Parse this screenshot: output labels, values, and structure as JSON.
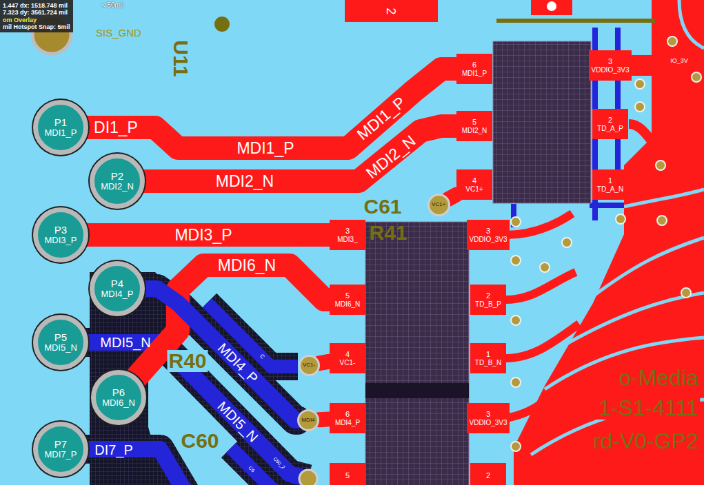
{
  "diagram": {
    "nodes": [
      {
        "text": [
          "1.447 dx: 1518.748 mil",
          "7.323 dy: 3561.724 mil",
          "om Overlay",
          "mil Hotspot Snap: 5mil"
        ]
      },
      {
        "text": [
          "P1",
          "MDI1_P"
        ]
      },
      {
        "text": [
          "6",
          "MDI1_P"
        ]
      },
      {
        "text": [
          "3",
          "VDDIO_3V3"
        ]
      },
      {
        "text": [
          "5",
          "MDI2_N"
        ]
      },
      {
        "text": [
          "2",
          "TD_A_P"
        ]
      },
      {
        "text": [
          "P2",
          "MDI2_N"
        ]
      },
      {
        "text": [
          "4",
          "VC1+"
        ]
      },
      {
        "text": [
          "1",
          "TD_A_N"
        ]
      },
      {
        "text": [
          "VC1+"
        ]
      },
      {
        "text": [
          "P3",
          "MDI3_P"
        ]
      },
      {
        "text": [
          "3",
          "MDI3_"
        ]
      },
      {
        "text": [
          "3",
          "VDDIO_3V3"
        ]
      },
      {
        "text": [
          "P4",
          "MDI4_P"
        ]
      },
      {
        "text": [
          "5",
          "MDI6_N"
        ]
      },
      {
        "text": [
          "2",
          "TD_B_P"
        ]
      },
      {
        "text": [
          "P5",
          "MDI5_N"
        ]
      },
      {
        "text": [
          "VC1-"
        ]
      },
      {
        "text": [
          "4",
          "VC1-"
        ]
      },
      {
        "text": [
          "1",
          "TD_B_N"
        ]
      },
      {
        "text": [
          "P6",
          "MDI6_N"
        ]
      },
      {
        "text": [
          "MDI4"
        ]
      },
      {
        "text": [
          "6",
          "MDI4_P"
        ]
      },
      {
        "text": [
          "3",
          "VDDIO_3V3"
        ]
      },
      {
        "text": [
          "P7",
          "MDI7_P"
        ]
      },
      {
        "text": [
          "5"
        ]
      },
      {
        "text": [
          "2"
        ]
      },
      {
        "text": [
          "2"
        ]
      }
    ],
    "edges": [
      {
        "from": 1,
        "to": 2,
        "arrow": "none",
        "label": "MDI1_P"
      },
      {
        "from": 6,
        "to": 4,
        "arrow": "none",
        "label": "MDI2_N"
      },
      {
        "from": 10,
        "to": 11,
        "arrow": "none",
        "label": "MDI3_P"
      },
      {
        "from": 20,
        "to": 14,
        "arrow": "none",
        "label": "MDI6_N"
      },
      {
        "from": 13,
        "to": 21,
        "arrow": "none",
        "label": "MDI4_P"
      },
      {
        "from": 9,
        "to": 7,
        "arrow": "none"
      },
      {
        "from": 17,
        "to": 18,
        "arrow": "none"
      },
      {
        "from": 21,
        "to": 22,
        "arrow": "none"
      }
    ],
    "labels": [
      "< 50mil",
      "SIS_GND",
      "U11",
      "DI1_P",
      "MDI1_P",
      "MDI2_N",
      "IO_3V",
      "C61",
      "R41",
      "MDI5_N",
      "R40",
      "C",
      "o-Media",
      "1-S1-4111",
      "C60",
      "MDI5_N",
      "C60_2",
      "rd-V0-GP2",
      "DI7_P",
      "C6"
    ]
  }
}
